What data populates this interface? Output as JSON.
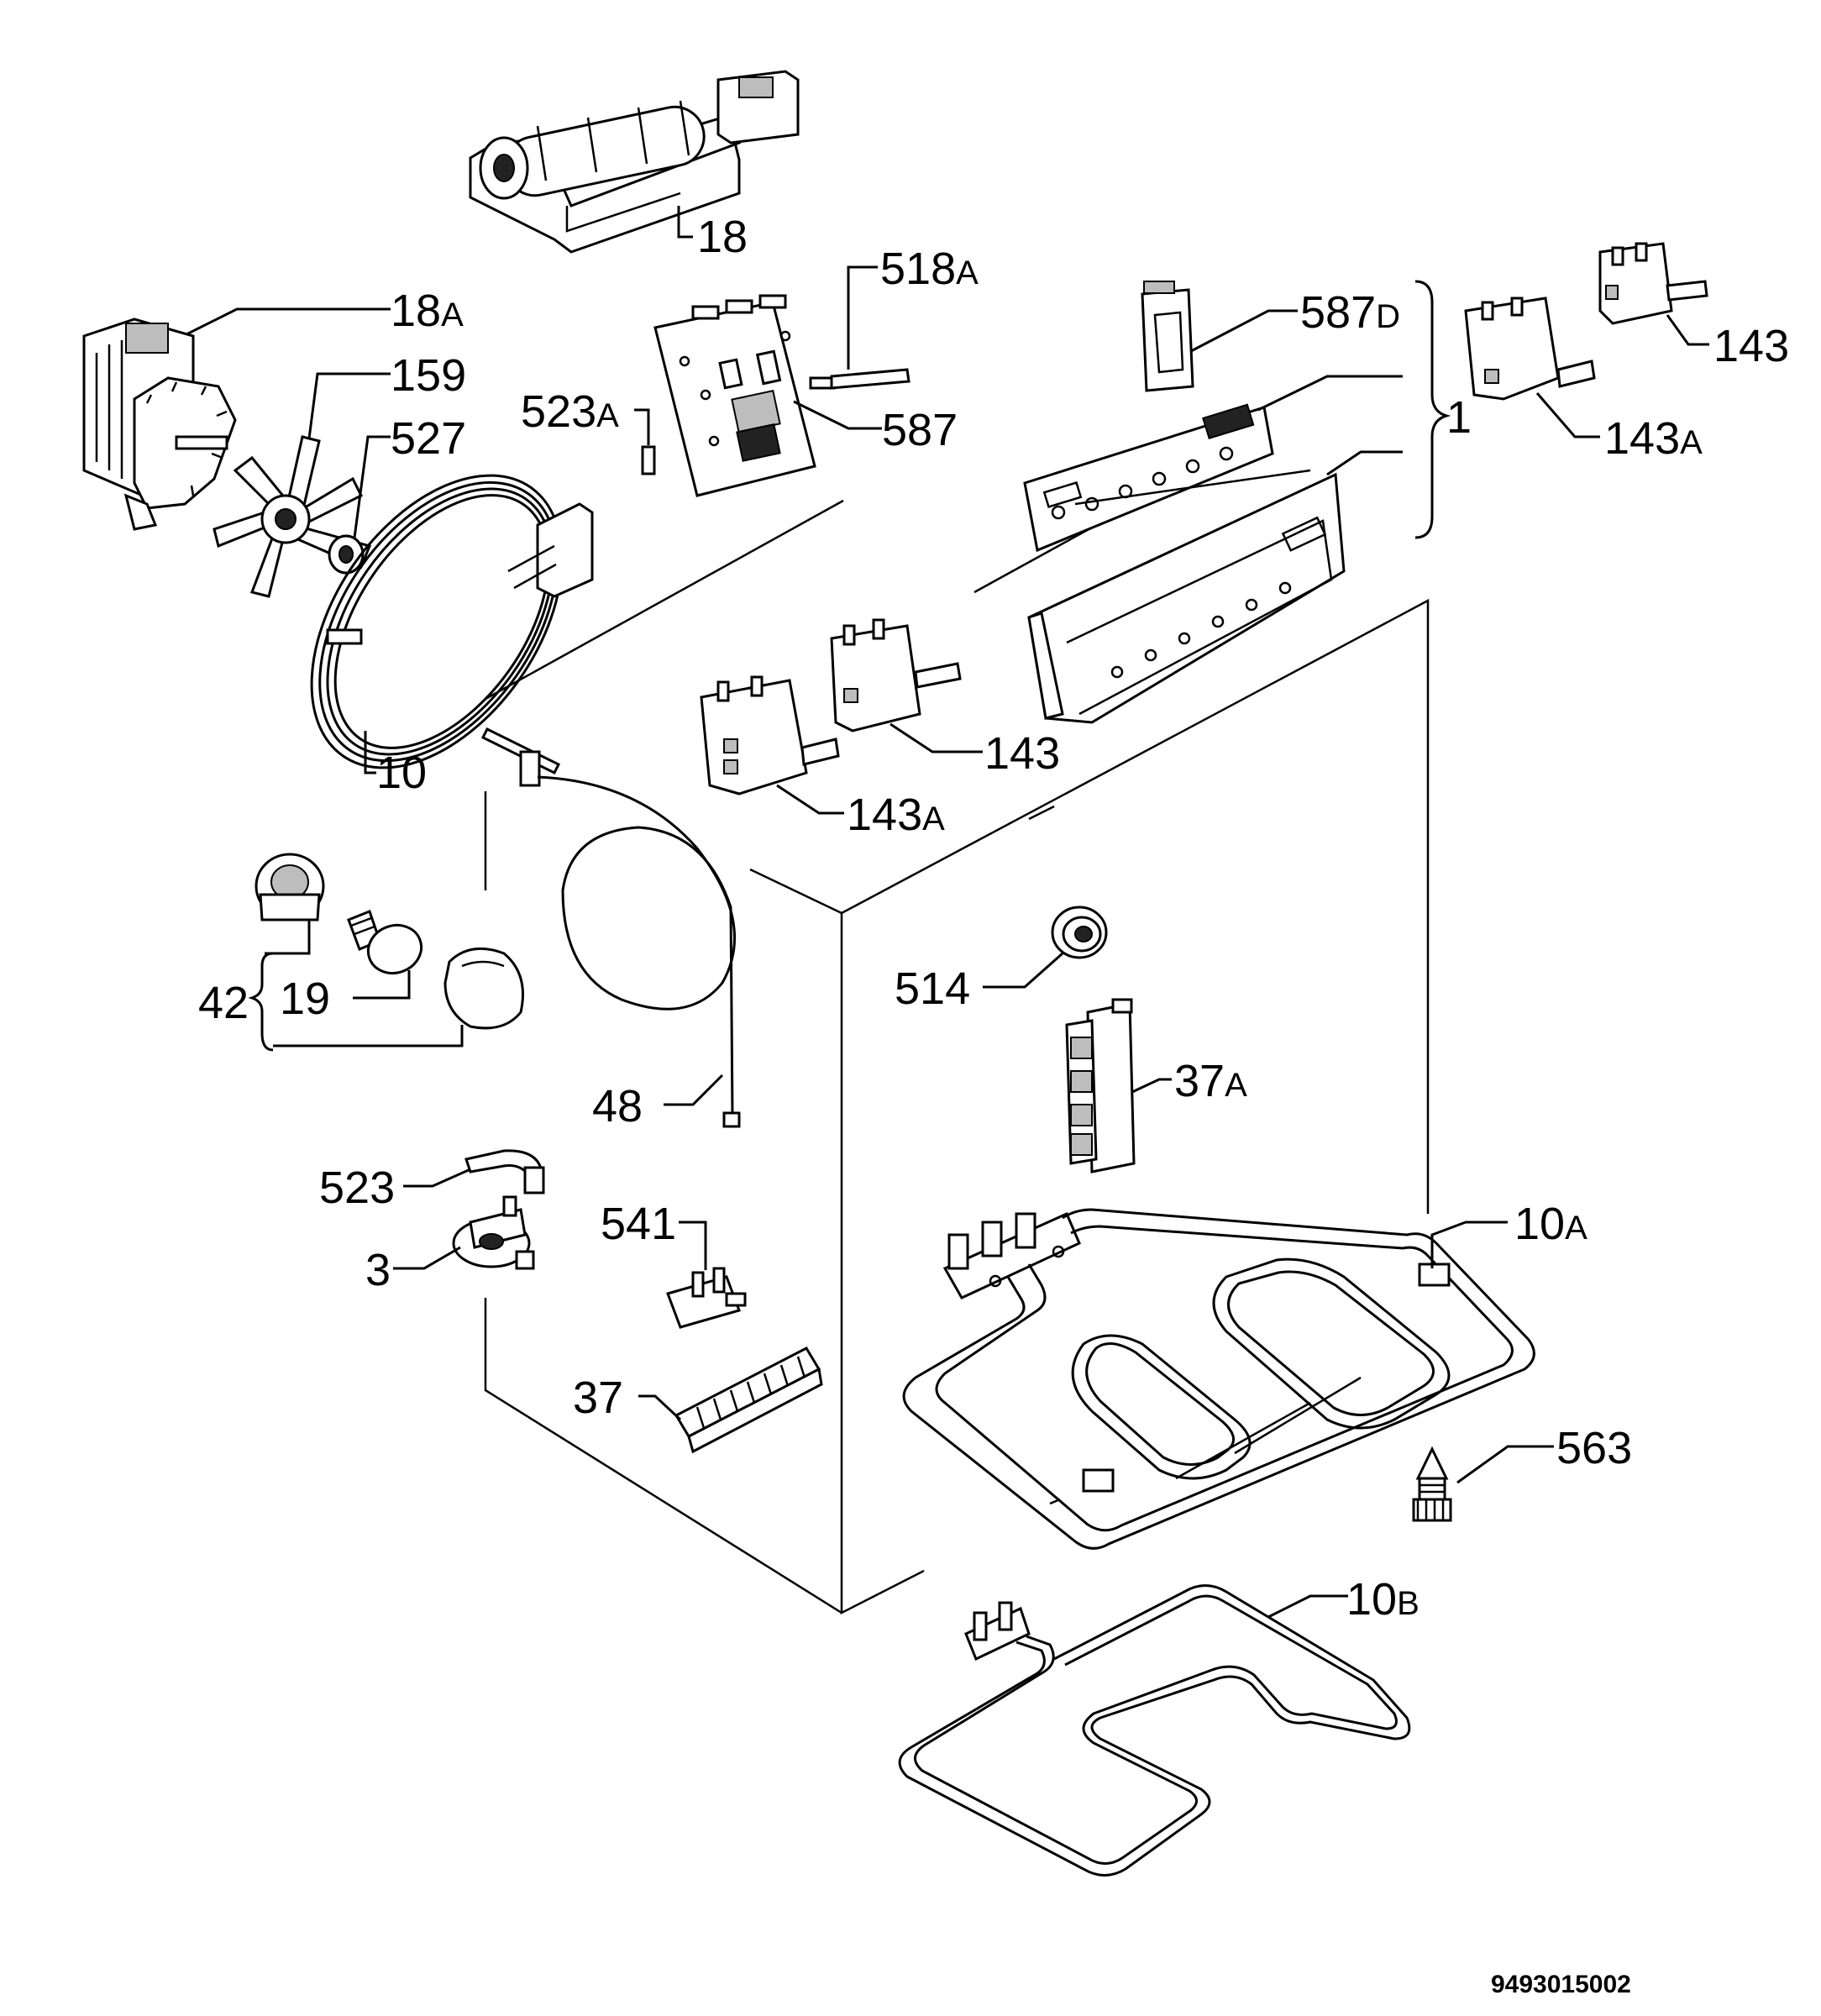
{
  "diagram": {
    "labels": {
      "p18": "18",
      "p518A": "518",
      "p518A_suffix": "A",
      "p18A": "18",
      "p18A_suffix": "A",
      "p159": "159",
      "p527": "527",
      "p523A": "523",
      "p523A_suffix": "A",
      "p587": "587",
      "p587D": "587",
      "p587D_suffix": "D",
      "p1": "1",
      "p143_top": "143",
      "p143A_top": "143",
      "p143A_top_suffix": "A",
      "p10": "10",
      "p143_mid": "143",
      "p143A_mid": "143",
      "p143A_mid_suffix": "A",
      "p42": "42",
      "p19": "19",
      "p514": "514",
      "p37A": "37",
      "p37A_suffix": "A",
      "p48": "48",
      "p523": "523",
      "p3": "3",
      "p541": "541",
      "p10A": "10",
      "p10A_suffix": "A",
      "p37": "37",
      "p563": "563",
      "p10B": "10",
      "p10B_suffix": "B"
    },
    "drawing_code": "9493015002"
  }
}
